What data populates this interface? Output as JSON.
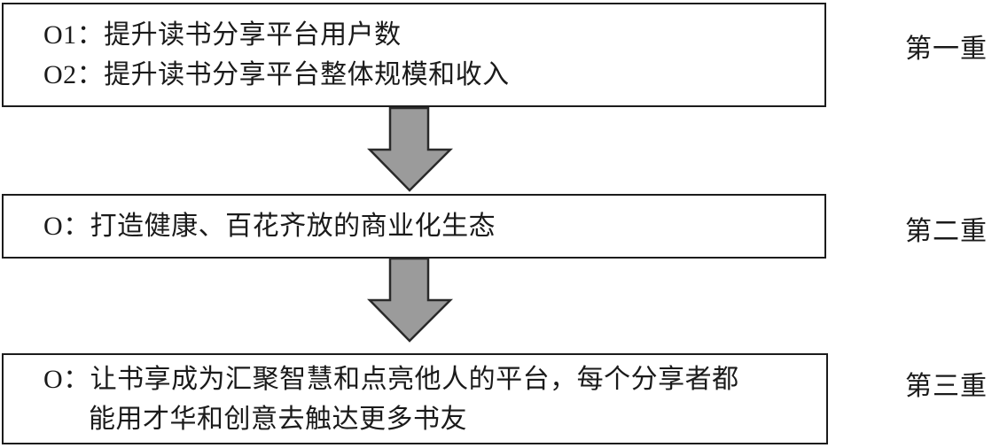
{
  "figure": {
    "title_semantic": "okr-three-level-objective-flow",
    "boxes": [
      {
        "lines": [
          "O1：提升读书分享平台用户数",
          "O2：提升读书分享平台整体规模和收入"
        ],
        "side_label": "第一重"
      },
      {
        "lines": [
          "O：打造健康、百花齐放的商业化生态"
        ],
        "side_label": "第二重"
      },
      {
        "lines": [
          "O：让书享成为汇聚智慧和点亮他人的平台，每个分享者都",
          "能用才华和创意去触达更多书友"
        ],
        "side_label": "第三重"
      }
    ],
    "icons": {
      "arrow_between_boxes": "down-block-arrow-icon"
    },
    "colors": {
      "arrow_fill": "#9b9b9b",
      "arrow_stroke": "#2a2a2a",
      "box_border": "#1c1c1c",
      "text": "#1a1a1a",
      "background": "#ffffff"
    }
  }
}
